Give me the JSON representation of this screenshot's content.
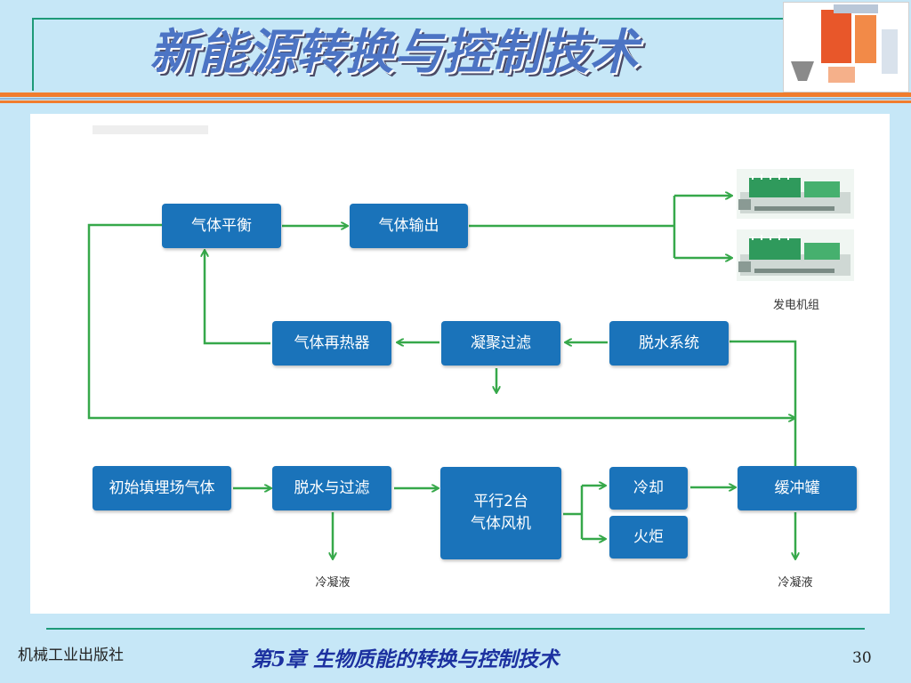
{
  "slide": {
    "title": "新能源转换与控制技术",
    "footer_publisher": "机械工业出版社",
    "footer_chapter": "第5章  生物质能的转换与控制技术",
    "page_number": "30"
  },
  "diagram": {
    "boxes": {
      "gas_balance": "气体平衡",
      "gas_output": "气体输出",
      "gas_reheater": "气体再热器",
      "condense_filter": "凝聚过滤",
      "dewater_system": "脱水系统",
      "initial_landfill_gas": "初始填埋场气体",
      "dewater_filter": "脱水与过滤",
      "parallel_fans": "平行2台\n气体风机",
      "cooling": "冷却",
      "flare": "火炬",
      "buffer_tank": "缓冲罐"
    },
    "labels": {
      "generator_set": "发电机组",
      "condensate_left": "冷凝液",
      "condensate_right": "冷凝液"
    },
    "colors": {
      "box": "#1a73ba",
      "arrow": "#36a84a",
      "accent_stripe": "#f07d2e",
      "background": "#c6e7f7"
    }
  }
}
